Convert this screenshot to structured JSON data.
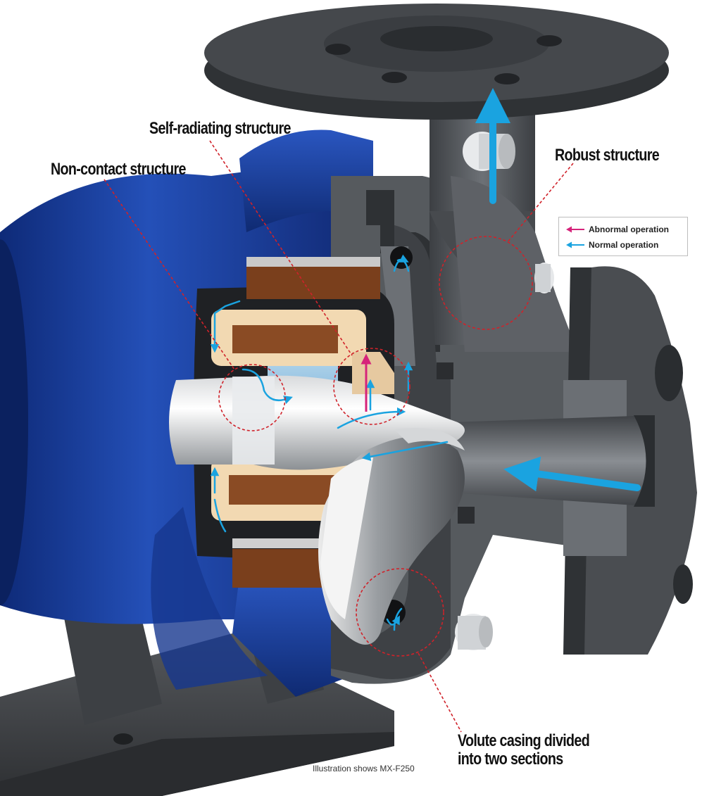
{
  "labels": {
    "self_radiating": "Self-radiating structure",
    "non_contact": "Non-contact structure",
    "robust": "Robust structure",
    "volute_line1": "Volute casing divided",
    "volute_line2": "into two sections"
  },
  "legend": {
    "abnormal": "Abnormal operation",
    "normal": "Normal operation"
  },
  "caption": "Illustration shows MX-F250",
  "colors": {
    "normal_flow": "#1aa3e0",
    "abnormal_flow": "#d6237a",
    "leader_line": "#d0222a",
    "motor_blue": "#1a3e9a",
    "casing_gray": "#4a4d52",
    "magnet_brown": "#8a4b24",
    "insulation_tan": "#f0d6b0"
  }
}
